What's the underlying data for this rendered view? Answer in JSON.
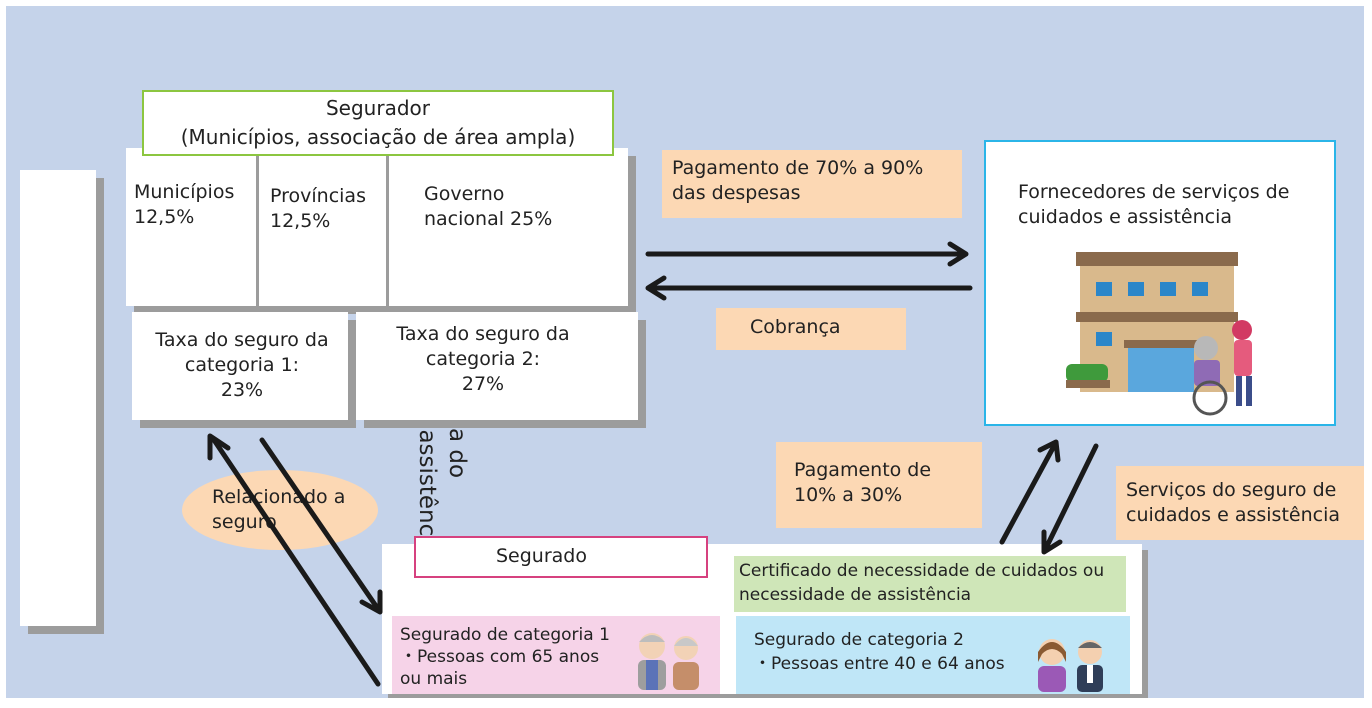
{
  "side_title": "Mecanismo do Sistema do\nseguro de cuidados e assistência",
  "insurer": {
    "title": "Segurador\n(Municípios, associação de área ampla)",
    "municipios": "Municípios\n12,5%",
    "provincias": "Províncias\n12,5%",
    "governo": "Governo\nnacional 25%",
    "taxa1": "Taxa do seguro da\ncategoria 1:\n23%",
    "taxa2": "Taxa do seguro da\ncategoria 2:\n27%"
  },
  "provider": {
    "title": "Fornecedores de serviços de\ncuidados e assistência",
    "building_icon": "care-facility-icon"
  },
  "labels": {
    "payment_70_90": "Pagamento de 70% a 90%\ndas despesas",
    "cobranca": "Cobrança",
    "payment_10_30": "Pagamento de\n10% a 30%",
    "servicos": "Serviços do seguro de\ncuidados e assistência",
    "relacionado": "Relacionado a\nseguro"
  },
  "insured": {
    "title": "Segurado",
    "certificate": "Certificado de necessidade de cuidados ou\nnecessidade de assistência",
    "cat1": "Segurado de categoria 1\n・Pessoas com 65 anos\nou mais",
    "cat2": "Segurado de categoria 2\n・Pessoas entre 40 e 64 anos",
    "cat1_icon": "elderly-couple-icon",
    "cat2_icon": "middle-aged-couple-icon"
  },
  "colors": {
    "background": "#c5d3ea",
    "peach": "#fcd8b4",
    "cat1_bg": "#f6d3e8",
    "cat2_bg": "#bfe6f7",
    "certificate_bg": "#cfe6b8",
    "insurer_border": "#8cc640",
    "insured_border": "#d6417f",
    "provider_border": "#2bb5e8"
  }
}
